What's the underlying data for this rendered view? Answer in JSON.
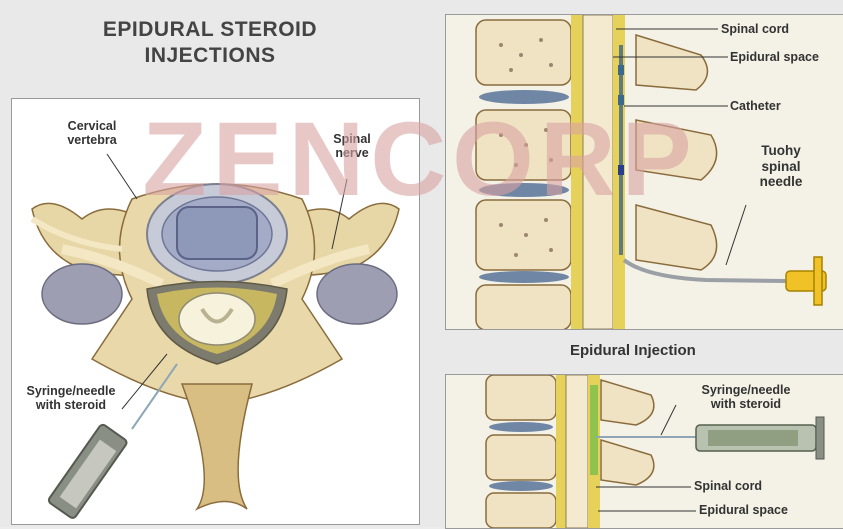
{
  "title": {
    "line1": "EPIDURAL STEROID",
    "line2": "INJECTIONS"
  },
  "left_panel": {
    "labels": {
      "cervical_vertebra": {
        "line1": "Cervical",
        "line2": "vertebra"
      },
      "spinal_nerve": {
        "line1": "Spinal",
        "line2": "nerve"
      },
      "syringe": {
        "line1": "Syringe/needle",
        "line2": "with steroid"
      }
    }
  },
  "right_top_panel": {
    "labels": {
      "spinal_cord": "Spinal cord",
      "epidural_space": "Epidural space",
      "catheter": "Catheter",
      "tuohy": {
        "line1": "Tuohy",
        "line2": "spinal",
        "line3": "needle"
      }
    }
  },
  "section_label": "Epidural Injection",
  "right_bottom_panel": {
    "labels": {
      "syringe": {
        "line1": "Syringe/needle",
        "line2": "with steroid"
      },
      "spinal_cord": "Spinal cord",
      "epidural_space": "Epidural space"
    }
  },
  "watermark": {
    "text": "ZENCORP",
    "color": "#d9a3a3"
  },
  "colors": {
    "bone": "#efe3c3",
    "bone_speckle": "#7a5f4a",
    "disc": "#6f86a4",
    "nerve_tan": "#f2e5b8",
    "fat_yellow": "#e6d25a"
  }
}
